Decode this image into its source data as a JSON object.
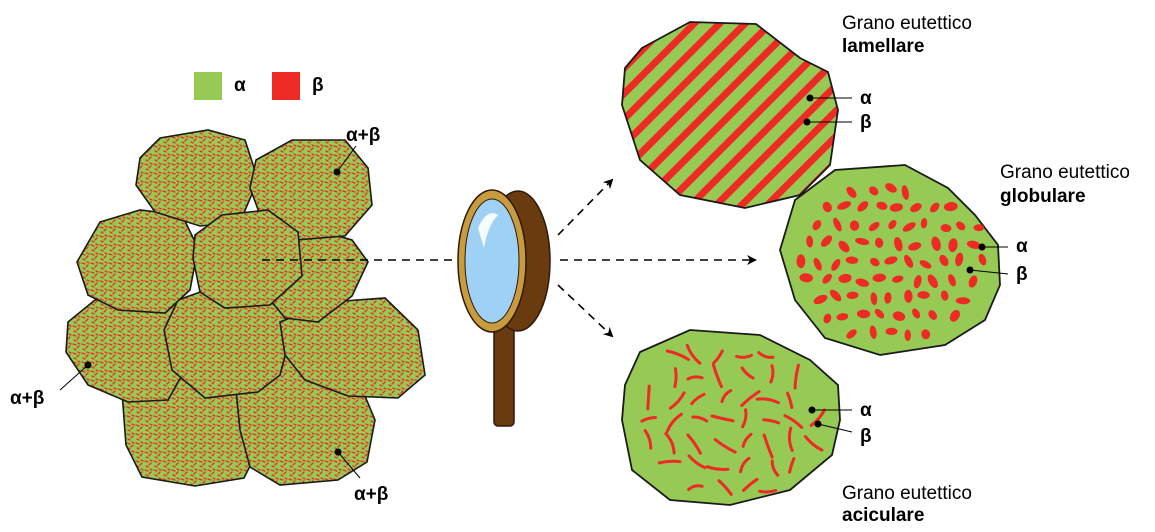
{
  "legend": {
    "alpha_label": "α",
    "beta_label": "β",
    "alpha_color": "#97c955",
    "beta_color": "#ee2a24"
  },
  "colony": {
    "fill_color": "#a08c4b",
    "labels": [
      "α+β",
      "α+β",
      "α+β"
    ]
  },
  "grains": [
    {
      "title": "Grano eutettico",
      "type": "lamellare",
      "alpha_label": "α",
      "beta_label": "β"
    },
    {
      "title": "Grano eutettico",
      "type": "globulare",
      "alpha_label": "α",
      "beta_label": "β"
    },
    {
      "title": "Grano eutettico",
      "type": "aciculare",
      "alpha_label": "α",
      "beta_label": "β"
    }
  ],
  "magnifier": {
    "icon": "magnifying-glass-icon",
    "lens_color": "#9fd0f5",
    "handle_color": "#6b3b10"
  }
}
